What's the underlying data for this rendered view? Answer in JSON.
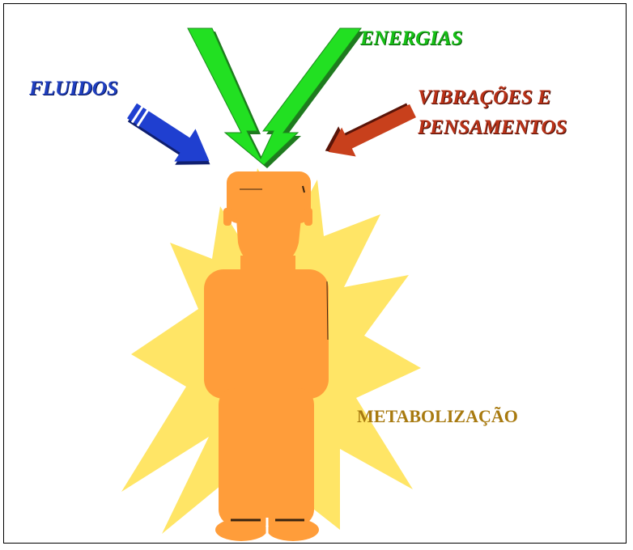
{
  "labels": {
    "energias": "ENERGIAS",
    "fluidos": "FLUIDOS",
    "vibracoes_line1": "VIBRAÇÕES E",
    "vibracoes_line2": "PENSAMENTOS",
    "metabolizacao": "METABOLIZAÇÃO"
  },
  "colors": {
    "energias": "#16c016",
    "fluidos": "#1f3fc0",
    "vibracoes": "#b93218",
    "metabolizacao": "#a87a10",
    "burst": "#ffe566",
    "figure": "#ff9d3a"
  },
  "icons": {
    "energias_arrow": "green-v-arrow-icon",
    "fluidos_arrow": "blue-arrow-icon",
    "vibracoes_arrow": "red-arrow-icon",
    "burst": "starburst-icon",
    "figure": "human-figure-icon"
  }
}
